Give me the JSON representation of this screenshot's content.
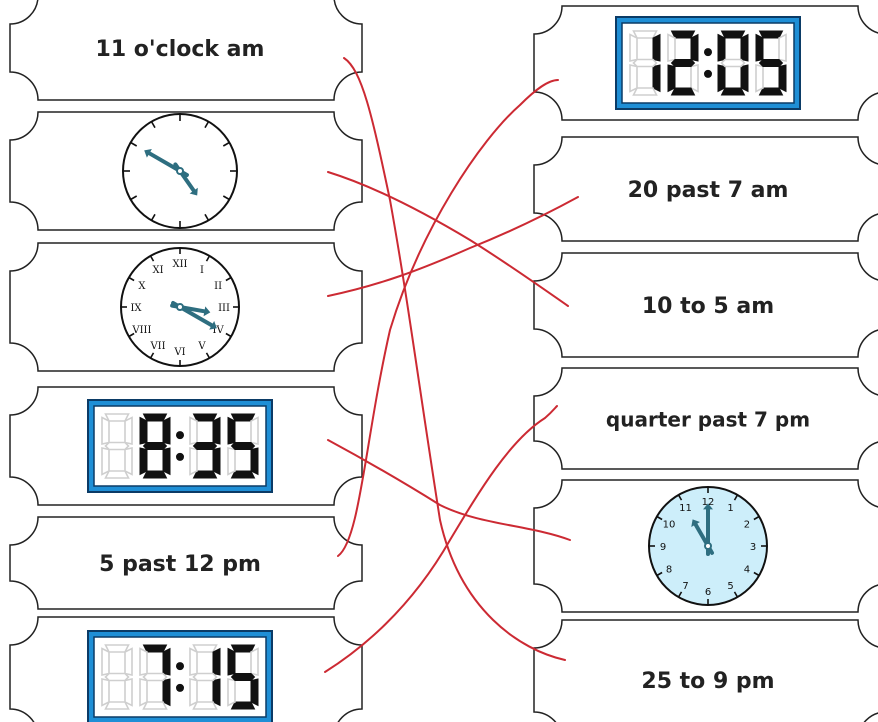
{
  "left_cards": [
    {
      "type": "text",
      "text": "11 o'clock am"
    },
    {
      "type": "analog",
      "style": "plain",
      "hour": 4,
      "minute": 50
    },
    {
      "type": "analog",
      "style": "roman",
      "hour": 3,
      "minute": 20,
      "numerals": [
        "XII",
        "I",
        "II",
        "III",
        "IV",
        "V",
        "VI",
        "VII",
        "VIII",
        "IX",
        "X",
        "XI"
      ]
    },
    {
      "type": "digital",
      "time": "8:35",
      "digits": [
        "8",
        "3",
        "5"
      ]
    },
    {
      "type": "text",
      "text": "5 past 12 pm"
    },
    {
      "type": "digital",
      "time": "7:15",
      "digits": [
        "7",
        "1",
        "5"
      ]
    }
  ],
  "right_cards": [
    {
      "type": "digital",
      "time": "12:05",
      "digits": [
        "1",
        "2",
        "0",
        "5"
      ]
    },
    {
      "type": "text",
      "text": "20 past 7 am"
    },
    {
      "type": "text",
      "text": "10 to 5 am"
    },
    {
      "type": "text",
      "text": "quarter past 7 pm"
    },
    {
      "type": "analog",
      "style": "arabic",
      "hour": 11,
      "minute": 0,
      "numerals": [
        "12",
        "1",
        "2",
        "3",
        "4",
        "5",
        "6",
        "7",
        "8",
        "9",
        "10",
        "11"
      ]
    },
    {
      "type": "text",
      "text": "25 to 9 pm"
    }
  ],
  "colors": {
    "card_outline": "#222222",
    "hand": "#2e6e80",
    "digital_frame": "#1f8fd6",
    "digital_bg": "#ffffff",
    "digit_on": "#111111",
    "digit_off": "#cfcfcf",
    "arabic_face": "#cdeefa",
    "match_line": "#cc2a33"
  },
  "match_lines": [
    {
      "from": "11 o'clock am",
      "to": "25 to 9 pm"
    },
    {
      "from": "analog-4:50",
      "to": "10 to 5 am"
    },
    {
      "from": "analog-3:20",
      "to": "20 past 7 am"
    },
    {
      "from": "8:35",
      "to": "analog-11:00"
    },
    {
      "from": "5 past 12 pm",
      "to": "12:05"
    },
    {
      "from": "7:15",
      "to": "quarter past 7 pm"
    }
  ]
}
